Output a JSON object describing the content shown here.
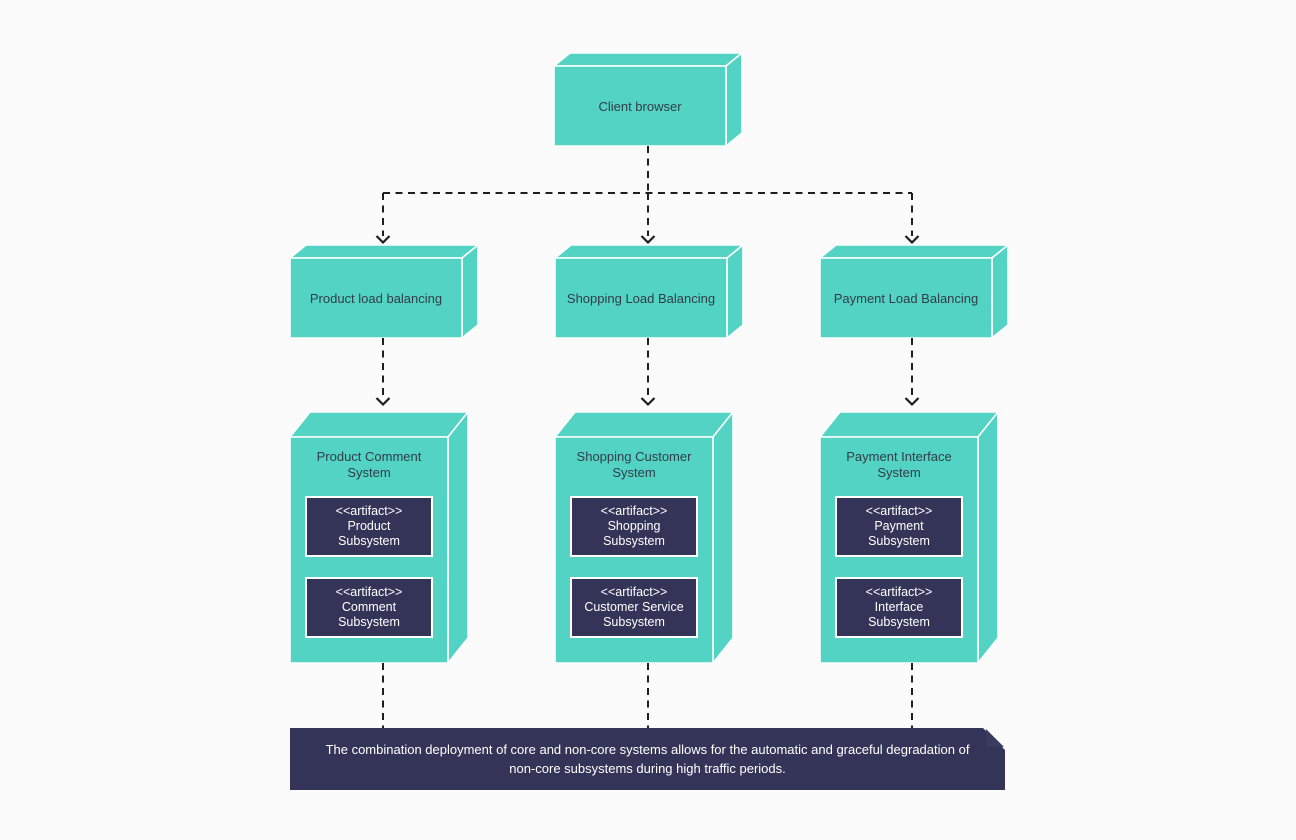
{
  "canvas": {
    "background": "#fbfbfb"
  },
  "colors": {
    "node_fill": "#52d3c4",
    "node_edge": "#ffffff",
    "node_label_text": "#323c48",
    "artifact_fill": "#333457",
    "artifact_border": "#ffffff",
    "artifact_text": "#ffffff",
    "connector": "#1e1e1e",
    "note_fill": "#333457",
    "note_text": "#ffffff"
  },
  "nodes": {
    "client": {
      "label": "Client browser"
    },
    "load_balancers": [
      {
        "label": "Product load balancing"
      },
      {
        "label": "Shopping Load Balancing"
      },
      {
        "label": "Payment Load Balancing"
      }
    ],
    "systems": [
      {
        "label": "Product Comment System",
        "artifacts": [
          {
            "stereotype": "<<artifact>>",
            "name": "Product",
            "kind": "Subsystem"
          },
          {
            "stereotype": "<<artifact>>",
            "name": "Comment",
            "kind": "Subsystem"
          }
        ]
      },
      {
        "label": "Shopping Customer System",
        "artifacts": [
          {
            "stereotype": "<<artifact>>",
            "name": "Shopping",
            "kind": "Subsystem"
          },
          {
            "stereotype": "<<artifact>>",
            "name": "Customer Service",
            "kind": "Subsystem"
          }
        ]
      },
      {
        "label": "Payment Interface System",
        "artifacts": [
          {
            "stereotype": "<<artifact>>",
            "name": "Payment",
            "kind": "Subsystem"
          },
          {
            "stereotype": "<<artifact>>",
            "name": "Interface",
            "kind": "Subsystem"
          }
        ]
      }
    ]
  },
  "note": {
    "text": "The combination deployment of core and non-core systems allows for the automatic and graceful degradation of non-core subsystems during high traffic periods."
  }
}
